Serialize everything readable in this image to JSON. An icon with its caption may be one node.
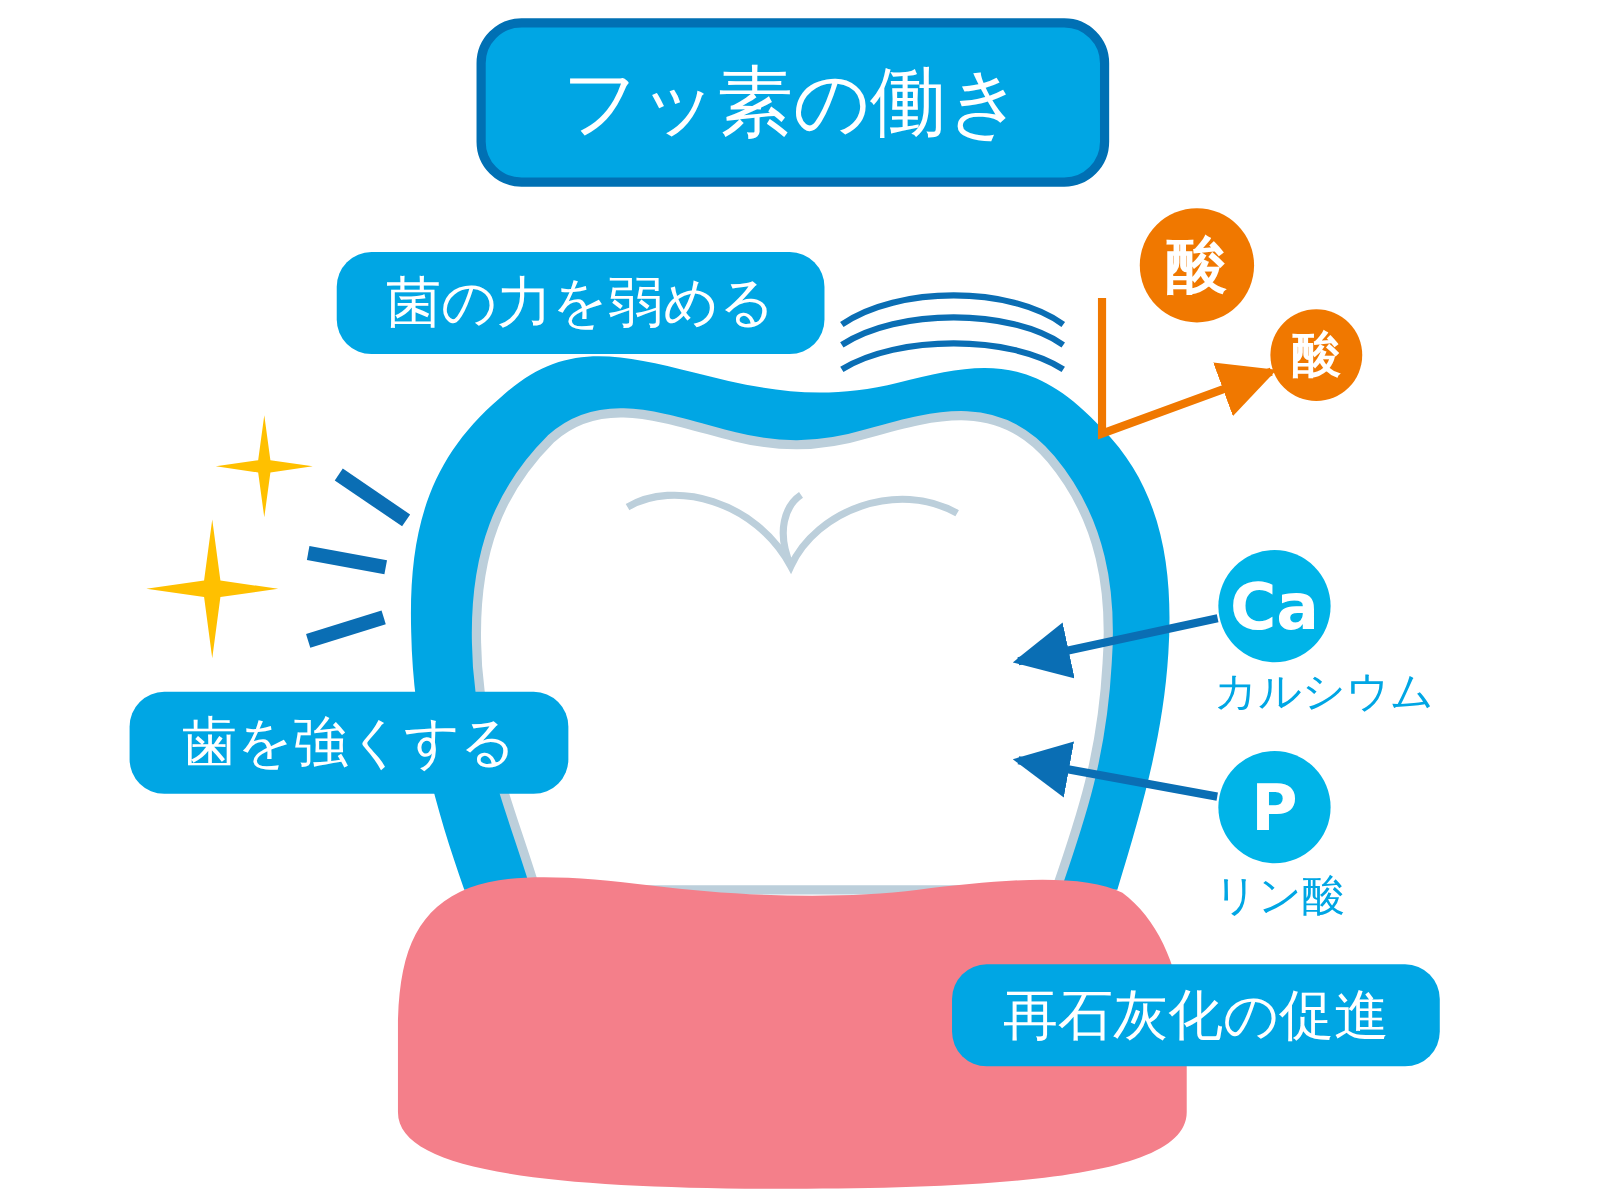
{
  "diagram": {
    "title": "フッ素の働き",
    "nodes": [
      {
        "text": [
          "菌の力を弱める"
        ]
      },
      {
        "text": [
          "酸"
        ]
      },
      {
        "text": [
          "酸"
        ]
      },
      {
        "text": [],
        "shape": "picture"
      },
      {
        "text": [
          "Ca"
        ],
        "beside": [
          "カルシウム"
        ]
      },
      {
        "text": [
          "歯を強くする"
        ]
      },
      {
        "text": [
          "P"
        ],
        "beside": [
          "リン酸"
        ]
      },
      {
        "text": [
          "再石灰化の促進"
        ]
      }
    ],
    "edges": [
      {
        "from": 3,
        "to": 2,
        "arrow": "to",
        "color": "#f07800"
      },
      {
        "from": 4,
        "to": 3,
        "arrow": "to"
      },
      {
        "from": 6,
        "to": 3,
        "arrow": "to"
      }
    ]
  }
}
